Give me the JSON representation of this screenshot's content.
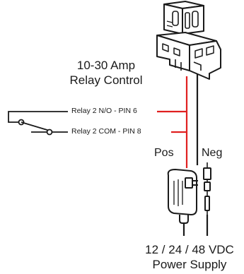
{
  "relay_label": {
    "line1": "10-30 Amp",
    "line2": "Relay Control"
  },
  "pins": {
    "no": "Relay 2 N/O - PIN 6",
    "com": "Relay 2 COM - PIN 8"
  },
  "polarity": {
    "pos": "Pos",
    "neg": "Neg"
  },
  "supply_label": {
    "line1": "12 / 24 / 48 VDC",
    "line2": "Power Supply"
  },
  "colors": {
    "wire_red": "#e02020",
    "wire_black": "#1a1a1a",
    "outline": "#1a1a1a"
  }
}
